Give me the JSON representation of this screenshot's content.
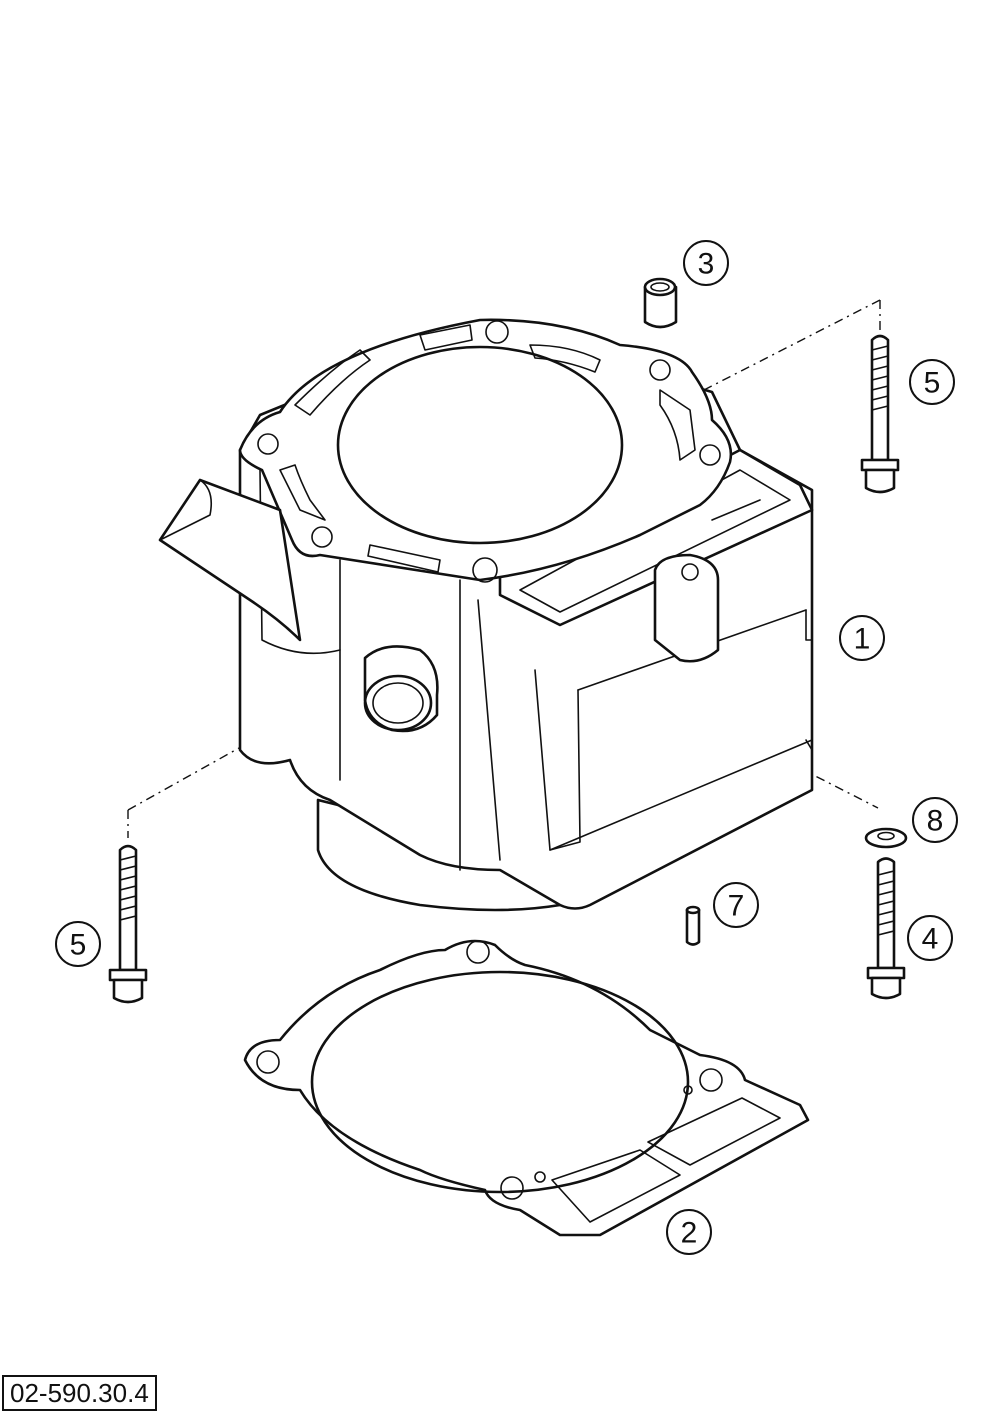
{
  "diagram": {
    "drawing_number": "02-590.30.4",
    "callouts": [
      {
        "id": "callout-1",
        "label": "1"
      },
      {
        "id": "callout-2",
        "label": "2"
      },
      {
        "id": "callout-3",
        "label": "3"
      },
      {
        "id": "callout-4",
        "label": "4"
      },
      {
        "id": "callout-5-top",
        "label": "5"
      },
      {
        "id": "callout-5-left",
        "label": "5"
      },
      {
        "id": "callout-7",
        "label": "7"
      },
      {
        "id": "callout-8",
        "label": "8"
      }
    ],
    "line_color": "#111111",
    "background_color": "#ffffff"
  }
}
